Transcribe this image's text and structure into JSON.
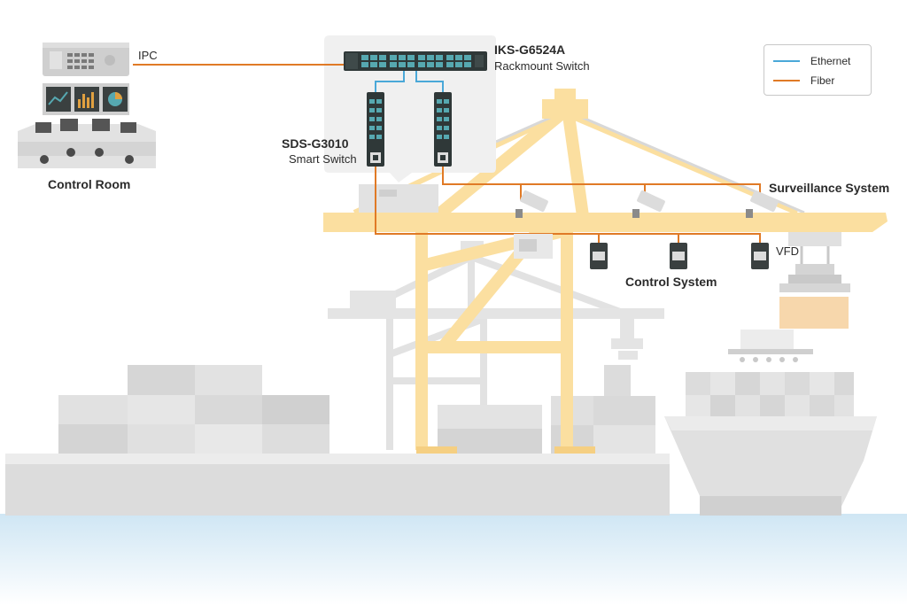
{
  "labels": {
    "ipc": "IPC",
    "rackmount_model": "IKS-G6524A",
    "rackmount_desc": "Rackmount Switch",
    "smart_model": "SDS-G3010",
    "smart_desc": "Smart Switch",
    "control_room": "Control Room",
    "surveillance": "Surveillance System",
    "vfd": "VFD",
    "control_system": "Control System"
  },
  "legend": {
    "items": [
      {
        "label": "Ethernet",
        "color": "#4aa8d8"
      },
      {
        "label": "Fiber",
        "color": "#e07a26"
      }
    ]
  },
  "colors": {
    "crane": "#fbdfa0",
    "crane_dark": "#f5cf82",
    "fiber": "#e07a26",
    "ethernet": "#4aa8d8",
    "water": "#d8ecf7",
    "gray_light": "#e6e6e6",
    "gray_mid": "#d2d2d2"
  }
}
